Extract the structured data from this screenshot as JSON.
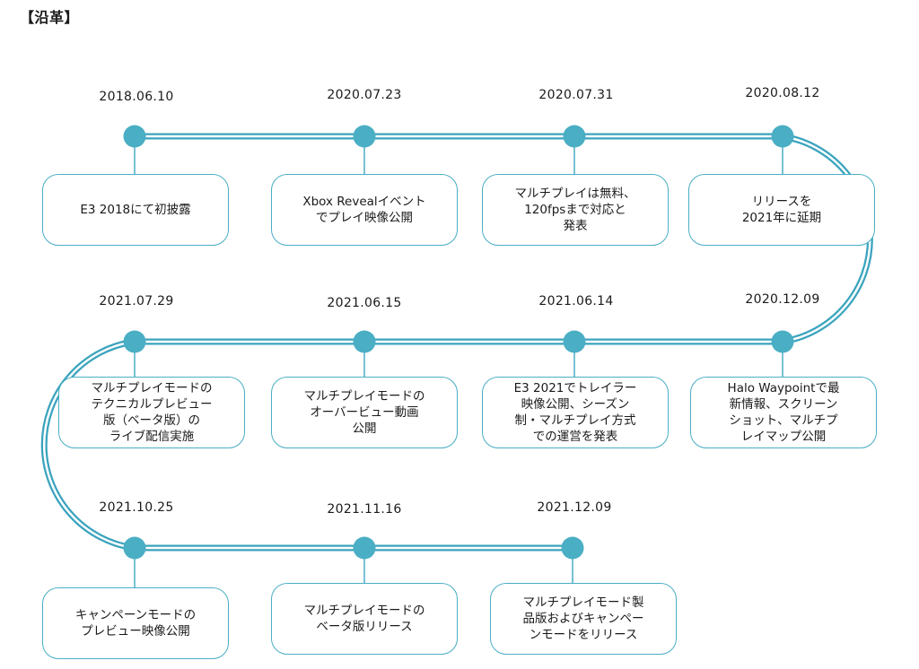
{
  "title": "【沿革】",
  "colors": {
    "line": "#3aa3bd",
    "node": "#4aaec4",
    "box_border": "#4aaec4"
  },
  "events": [
    {
      "date": "2018.06.10",
      "text": "E3 2018にて初披露"
    },
    {
      "date": "2020.07.23",
      "text": "Xbox Revealイベント\nでプレイ映像公開"
    },
    {
      "date": "2020.07.31",
      "text": "マルチプレイは無料、\n120fpsまで対応と\n発表"
    },
    {
      "date": "2020.08.12",
      "text": "リリースを\n2021年に延期"
    },
    {
      "date": "2020.12.09",
      "text": "Halo Waypointで最\n新情報、スクリーン\nショット、マルチプ\nレイマップ公開"
    },
    {
      "date": "2021.06.14",
      "text": "E3 2021でトレイラー\n映像公開、シーズン\n制・マルチプレイ方式\nでの運営を発表"
    },
    {
      "date": "2021.06.15",
      "text": "マルチプレイモードの\nオーバービュー動画\n公開"
    },
    {
      "date": "2021.07.29",
      "text": "マルチプレイモードの\nテクニカルプレビュー\n版（ベータ版）の\nライブ配信実施"
    },
    {
      "date": "2021.10.25",
      "text": "キャンペーンモードの\nプレビュー映像公開"
    },
    {
      "date": "2021.11.16",
      "text": "マルチプレイモードの\nベータ版リリース"
    },
    {
      "date": "2021.12.09",
      "text": "マルチプレイモード製\n品版およびキャンペー\nンモードをリリース"
    }
  ]
}
